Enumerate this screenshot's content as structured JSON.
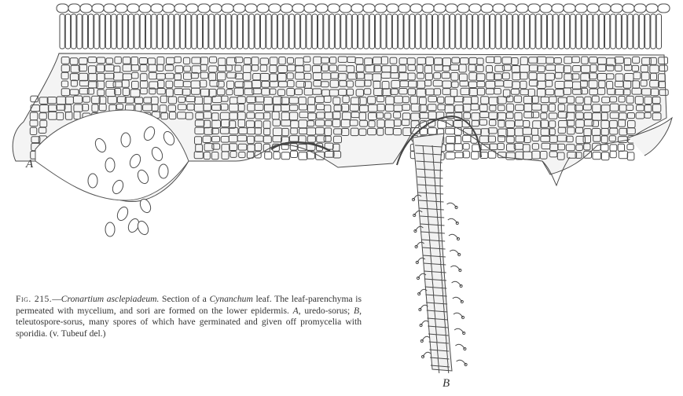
{
  "figure": {
    "label_a": "A",
    "label_b": "B"
  },
  "caption": {
    "fig_number": "Fig. 215.",
    "dash": "—",
    "genus": "Cronartium asclepiadeum.",
    "text_1": " Section of a ",
    "host": "Cynanchum",
    "text_2": " leaf. The leaf-parenchyma is permeated with mycelium, and sori are formed on the lower epidermis. ",
    "a_letter": "A",
    "text_3": ", uredo-sorus; ",
    "b_letter": "B",
    "text_4": ", teleutospore-sorus, many spores of which have germinated and given off promycelia with sporidia. (v. Tubeuf del.)"
  },
  "colors": {
    "ink": "#3a3a3a",
    "paper": "#ffffff"
  }
}
